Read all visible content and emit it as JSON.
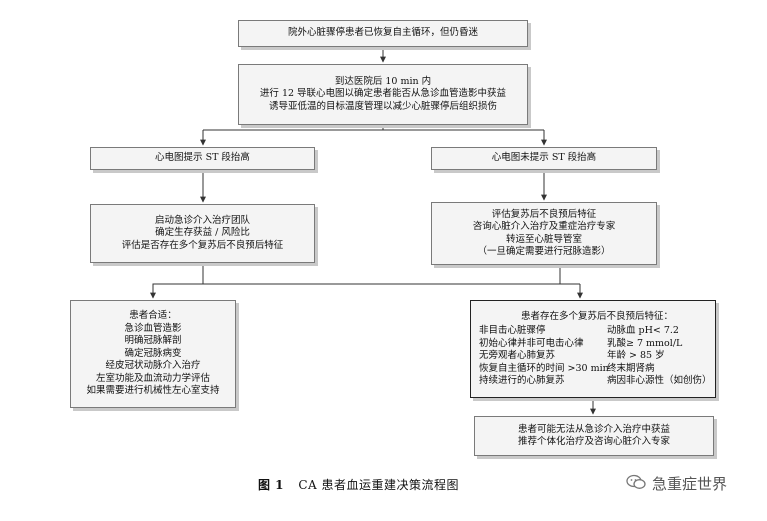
{
  "nodes": {
    "start": "院外心脏骤停患者已恢复自主循环，但仍昏迷",
    "arrival": [
      "到达医院后 10 min 内",
      "进行 12 导联心电图以确定患者能否从急诊血管造影中获益",
      "诱导亚低温的目标温度管理以减少心脏骤停后组织损伤"
    ],
    "st_elevation": "心电图提示 ST 段抬高",
    "no_st_elevation": "心电图未提示 ST 段抬高",
    "st_actions": [
      "启动急诊介入治疗团队",
      "确定生存获益 / 风险比",
      "评估是否存在多个复苏后不良预后特征"
    ],
    "no_st_actions": [
      "评估复苏后不良预后特征",
      "咨询心脏介入治疗及重症治疗专家",
      "转运至心脏导管室",
      "（一旦确定需要进行冠脉造影）"
    ],
    "suitable": [
      "患者合适：",
      "急诊血管造影",
      "明确冠脉解剖",
      "确定冠脉病变",
      "经皮冠状动脉介入治疗",
      "左室功能及血流动力学评估",
      "如果需要进行机械性左心室支持"
    ],
    "adverse": {
      "title": "患者存在多个复苏后不良预后特征：",
      "rows": [
        [
          "非目击心脏骤停",
          "动脉血 pH< 7.2"
        ],
        [
          "初始心律并非可电击心律",
          "乳酸≥ 7 mmol/L"
        ],
        [
          "无旁观者心肺复苏",
          "年龄 > 85 岁"
        ],
        [
          "恢复自主循环的时间 >30 min",
          "终末期肾病"
        ],
        [
          "持续进行的心肺复苏",
          "病因非心源性（如创伤）"
        ]
      ]
    },
    "outcome": [
      "患者可能无法从急诊介入治疗中获益",
      "推荐个体化治疗及咨询心脏介入专家"
    ]
  },
  "caption": {
    "fig": "图 1",
    "text": "CA 患者血运重建决策流程图"
  },
  "watermark": "急重症世界",
  "colors": {
    "box_bg": "#f4f4f4",
    "border": "#7a7a7a",
    "arrow": "#333333"
  }
}
